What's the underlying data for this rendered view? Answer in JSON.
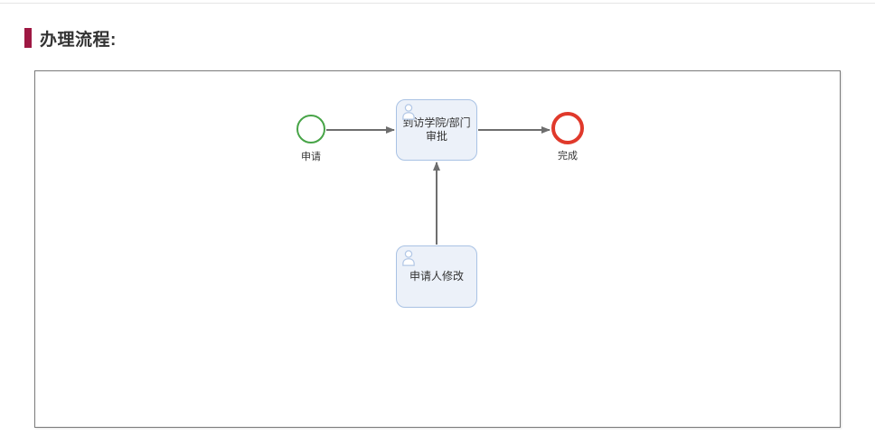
{
  "header": {
    "title": "办理流程:"
  },
  "diagram": {
    "nodes": {
      "start": {
        "type": "start-event",
        "label": "申请"
      },
      "approve": {
        "type": "user-task",
        "label": "到访学院/部门审批"
      },
      "modify": {
        "type": "user-task",
        "label": "申请人修改"
      },
      "end": {
        "type": "end-event",
        "label": "完成"
      }
    },
    "edges": [
      {
        "from": "start",
        "to": "approve"
      },
      {
        "from": "approve",
        "to": "end"
      },
      {
        "from": "modify",
        "to": "approve"
      }
    ]
  },
  "colors": {
    "accent": "#9e1843",
    "title_text": "#333333",
    "canvas_border": "#7a7a7a",
    "divider": "#e5e5e5",
    "start_event": "#47a447",
    "end_event": "#e0392b",
    "task_fill": "#ecf1f9",
    "task_border": "#a9c2e4",
    "task_icon": "#b3c8e6",
    "edge": "#6e6e6e",
    "label_text": "#333333"
  }
}
